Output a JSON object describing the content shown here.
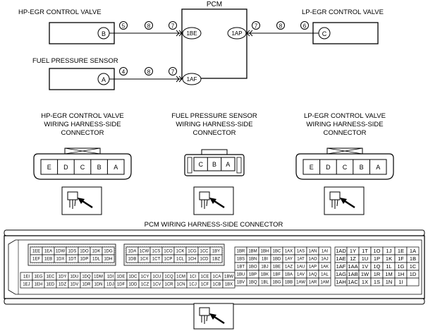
{
  "pcm": {
    "title": "PCM",
    "pins": {
      "p1": "1BE",
      "p2": "1AF",
      "p3": "1AP"
    }
  },
  "components": {
    "hp_egr": {
      "label": "HP-EGR CONTROL VALVE",
      "terminal": "B"
    },
    "lp_egr": {
      "label": "LP-EGR CONTROL VALVE",
      "terminal": "C"
    },
    "fuel_sensor": {
      "label": "FUEL PRESSURE SENSOR",
      "terminal": "A"
    }
  },
  "wire_markers": {
    "hp": [
      "5",
      "8",
      "7"
    ],
    "fuel": [
      "4",
      "8",
      "7"
    ],
    "lp": [
      "7",
      "8",
      "6"
    ]
  },
  "connectors": {
    "hp_egr": {
      "title": [
        "HP-EGR CONTROL VALVE",
        "WIRING HARNESS-SIDE",
        "CONNECTOR"
      ],
      "pins": [
        "E",
        "D",
        "C",
        "B",
        "A"
      ]
    },
    "fuel_sensor": {
      "title": [
        "FUEL PRESSURE SENSOR",
        "WIRING HARNESS-SIDE",
        "CONNECTOR"
      ],
      "pins": [
        "C",
        "B",
        "A"
      ]
    },
    "lp_egr": {
      "title": [
        "LP-EGR CONTROL VALVE",
        "WIRING HARNESS-SIDE",
        "CONNECTOR"
      ],
      "pins": [
        "E",
        "D",
        "C",
        "B",
        "A"
      ]
    }
  },
  "pcm_connector": {
    "title": "PCM WIRING HARNESS-SIDE CONNECTOR",
    "block1": {
      "top": [
        [
          "1EE",
          "1EA",
          "1DW",
          "1DS",
          "1DO",
          "1DK",
          "1DG"
        ],
        [
          "1EF",
          "1EB",
          "1DX",
          "1DT",
          "1DP",
          "1DL",
          "1DH"
        ]
      ],
      "bottom": [
        [
          "1EI",
          "1EG",
          "1EC",
          "1DY",
          "1DU",
          "1DQ",
          "1DM",
          "1DI"
        ],
        [
          "1EJ",
          "1EH",
          "1ED",
          "1DZ",
          "1DV",
          "1DR",
          "1DN",
          "1DJ"
        ]
      ]
    },
    "block2": {
      "top": [
        [
          "1DA",
          "1CW",
          "1CS",
          "1CO",
          "1CK",
          "1CG",
          "1CC",
          "1BY"
        ],
        [
          "1DB",
          "1CX",
          "1CT",
          "1CP",
          "1CL",
          "1CH",
          "1CD",
          "1BZ"
        ]
      ],
      "bottom": [
        [
          "1DE",
          "1DC",
          "1CY",
          "1CU",
          "1CQ",
          "1CM",
          "1CI",
          "1CE",
          "1CA",
          "1BW"
        ],
        [
          "1DF",
          "1DD",
          "1CZ",
          "1CV",
          "1CR",
          "1CN",
          "1CJ",
          "1CF",
          "1CB",
          "1BX"
        ]
      ]
    },
    "block3": [
      [
        "1BR",
        "1BM",
        "1BH",
        "1BC",
        "1AX",
        "1AS",
        "1AN",
        "1AI"
      ],
      [
        "1BS",
        "1BN",
        "1BI",
        "1BD",
        "1AY",
        "1AT",
        "1AO",
        "1AJ"
      ],
      [
        "1BT",
        "1BO",
        "1BJ",
        "1BE",
        "1AZ",
        "1AU",
        "1AP",
        "1AK"
      ],
      [
        "1BU",
        "1BP",
        "1BK",
        "1BF",
        "1BA",
        "1AV",
        "1AQ",
        "1AL"
      ],
      [
        "1BV",
        "1BQ",
        "1BL",
        "1BG",
        "1BB",
        "1AW",
        "1AR",
        "1AM"
      ]
    ],
    "block4": [
      [
        "1AD",
        "1Y",
        "1T",
        "1O",
        "1J",
        "1E",
        "1A"
      ],
      [
        "1AE",
        "1Z",
        "1U",
        "1P",
        "1K",
        "1F",
        "1B"
      ],
      [
        "1AF",
        "1AA",
        "1V",
        "1Q",
        "1L",
        "1G",
        "1C"
      ],
      [
        "1AG",
        "1AB",
        "1W",
        "1R",
        "1M",
        "1H",
        "1D"
      ],
      [
        "1AH",
        "1AC",
        "1X",
        "1S",
        "1N",
        "1I",
        ""
      ]
    ]
  }
}
